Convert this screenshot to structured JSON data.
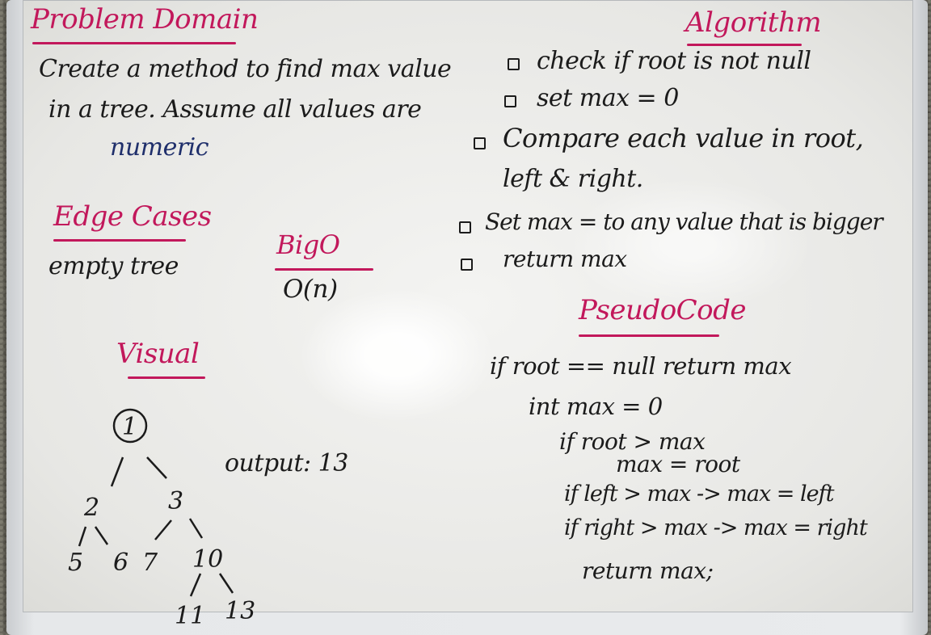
{
  "problem": {
    "heading": "Problem Domain",
    "line1": "Create a method to find max value",
    "line2": "in a tree. Assume all values are",
    "line3": "numeric"
  },
  "edge": {
    "heading": "Edge Cases",
    "line1": "empty tree"
  },
  "bigo": {
    "heading": "BigO",
    "line1": "O(n)"
  },
  "visual": {
    "heading": "Visual",
    "output": "output: 13",
    "nodes": [
      "1",
      "2",
      "3",
      "5",
      "6",
      "7",
      "10",
      "11",
      "13"
    ]
  },
  "algorithm": {
    "heading": "Algorithm",
    "steps": [
      "check if root is not null",
      "set max = 0",
      "Compare each value in root,",
      "left & right.",
      "Set max = to any value that is bigger",
      "return max"
    ]
  },
  "pseudo": {
    "heading": "PseudoCode",
    "lines": [
      "if root == null return max",
      "int max = 0",
      "if root > max",
      "max = root",
      "if left > max -> max = left",
      "if right > max -> max = right",
      "return max;"
    ]
  }
}
